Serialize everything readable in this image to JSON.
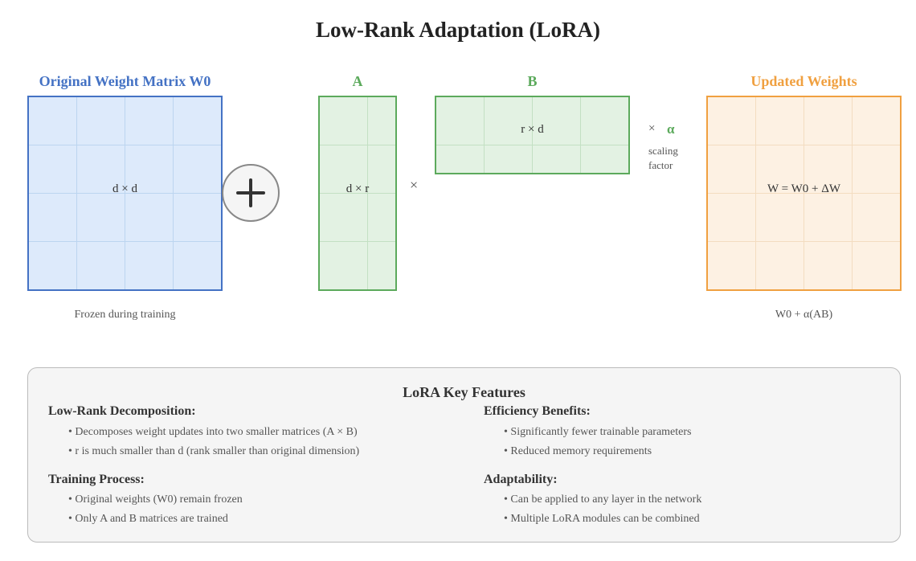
{
  "title": "Low-Rank Adaptation (LoRA)",
  "colors": {
    "blue_stroke": "#4472c4",
    "blue_fill": "#ddeafb",
    "blue_grid": "#bcd5f0",
    "green_stroke": "#5caa5c",
    "green_fill": "#e3f2e3",
    "green_grid": "#c3e0c3",
    "orange_stroke": "#f0a040",
    "orange_fill": "#fdf1e3",
    "orange_grid": "#f3dcc0"
  },
  "original": {
    "label": "Original Weight Matrix W0",
    "dim": "d × d",
    "caption": "Frozen during training"
  },
  "plus_symbol": "+",
  "matrix_a": {
    "label": "A",
    "dim": "d × r"
  },
  "multiply_symbol": "×",
  "matrix_b": {
    "label": "B",
    "dim": "r × d"
  },
  "scaling": {
    "times": "×",
    "alpha": "α",
    "line1": "scaling",
    "line2": "factor"
  },
  "updated": {
    "label": "Updated Weights",
    "dim": "W = W0 + ΔW",
    "caption": "W0 + α(AB)"
  },
  "features": {
    "title": "LoRA Key Features",
    "sections": [
      {
        "heading": "Low-Rank Decomposition:",
        "items": [
          "Decomposes weight updates into two smaller matrices (A × B)",
          "r is much smaller than d (rank smaller than original dimension)"
        ]
      },
      {
        "heading": "Efficiency Benefits:",
        "items": [
          "Significantly fewer trainable parameters",
          "Reduced memory requirements"
        ]
      },
      {
        "heading": "Training Process:",
        "items": [
          "Original weights (W0) remain frozen",
          "Only A and B matrices are trained"
        ]
      },
      {
        "heading": "Adaptability:",
        "items": [
          "Can be applied to any layer in the network",
          "Multiple LoRA modules can be combined"
        ]
      }
    ]
  }
}
